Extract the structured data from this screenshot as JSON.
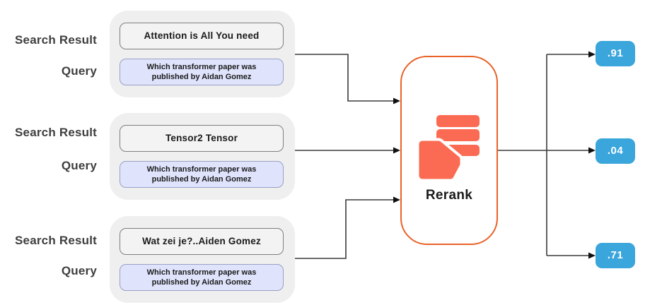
{
  "diagram_title": "rerank-scoring-diagram",
  "colors": {
    "card_bg": "#EFEFEF",
    "result_box_bg": "#F3F3F3",
    "result_box_border": "#7F7F7F",
    "query_box_bg": "#DFE4FC",
    "query_box_border": "#98A0C6",
    "rerank_border": "#E96227",
    "icon_coral": "#FB6A52",
    "badge_bg": "#3BA6DC",
    "label_color": "#3E3E3E",
    "line_color": "#3A3A3A",
    "arrow_color": "#111111"
  },
  "rerank": {
    "label": "Rerank",
    "icon": "rerank-stack-icon"
  },
  "rows": [
    {
      "search_label": "Search Result",
      "query_label": "Query",
      "search_result": "Attention is All You need",
      "query_line1": "Which transformer paper was",
      "query_line2": "published by Aidan Gomez",
      "score": ".91"
    },
    {
      "search_label": "Search Result",
      "query_label": "Query",
      "search_result": "Tensor2 Tensor",
      "query_line1": "Which transformer paper was",
      "query_line2": "published by Aidan Gomez",
      "score": ".04"
    },
    {
      "search_label": "Search Result",
      "query_label": "Query",
      "search_result": "Wat zei je?..Aiden Gomez",
      "query_line1": "Which transformer paper was",
      "query_line2": "published by Aidan Gomez",
      "score": ".71"
    }
  ]
}
